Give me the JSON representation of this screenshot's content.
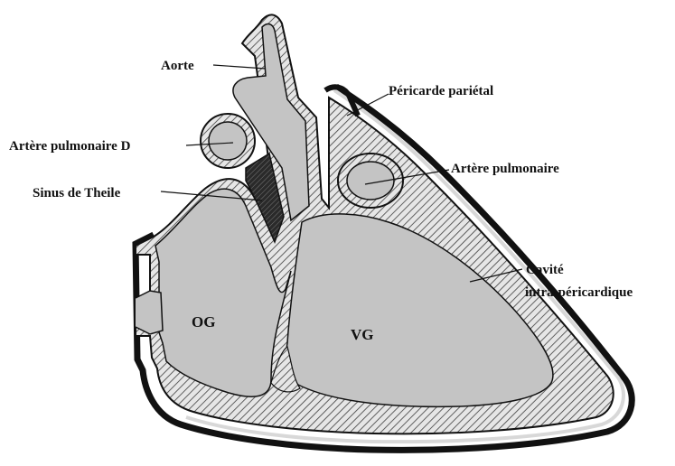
{
  "labels": {
    "aorte": "Aorte",
    "pericarde_parietal": "Péricarde pariétal",
    "artere_pulmonaire_d": "Artère pulmonaire D",
    "artere_pulmonaire": "Artère pulmonaire",
    "sinus_de_theile": "Sinus de Theile",
    "cavite_line1": "Cavité",
    "cavite_line2": "intra-péricardique",
    "og": "OG",
    "vg": "VG"
  },
  "colors": {
    "chamber_fill": "#c4c4c4",
    "wall_hatch": "#444444",
    "outline": "#111111",
    "sinus_dark": "#1a1a1a"
  }
}
